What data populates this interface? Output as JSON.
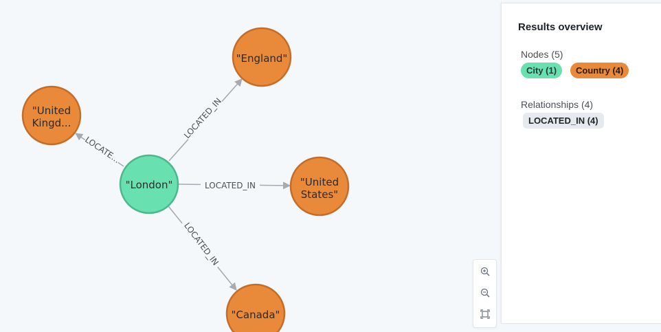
{
  "graph": {
    "nodes": {
      "london": {
        "label": "\"London\"",
        "type": "City"
      },
      "england": {
        "label": "\"England\"",
        "type": "Country"
      },
      "uk_line1": {
        "label": "\"United",
        "type": "Country"
      },
      "uk_line2": {
        "label": "Kingd...",
        "type": "Country"
      },
      "us_line1": {
        "label": "\"United",
        "type": "Country"
      },
      "us_line2": {
        "label": "States\"",
        "type": "Country"
      },
      "canada": {
        "label": "\"Canada\"",
        "type": "Country"
      }
    },
    "relationships": {
      "to_england": "LOCATED_IN",
      "to_uk": "LOCATE...",
      "to_us": "LOCATED_IN",
      "to_canada": "LOCATED_IN"
    }
  },
  "colors": {
    "city": "#68e0b0",
    "country": "#e88a3a",
    "city_border": "#4cb88a",
    "country_border": "#c46d28",
    "edge": "#a5abb3"
  },
  "panel": {
    "title": "Results overview",
    "nodes_label": "Nodes (5)",
    "node_pills": [
      {
        "label": "City (1)"
      },
      {
        "label": "Country (4)"
      }
    ],
    "relationships_label": "Relationships (4)",
    "rel_pills": [
      {
        "label": "LOCATED_IN (4)"
      }
    ]
  },
  "zoom": {
    "icons": [
      "zoom-in-icon",
      "zoom-out-icon",
      "fit-to-screen-icon"
    ]
  }
}
